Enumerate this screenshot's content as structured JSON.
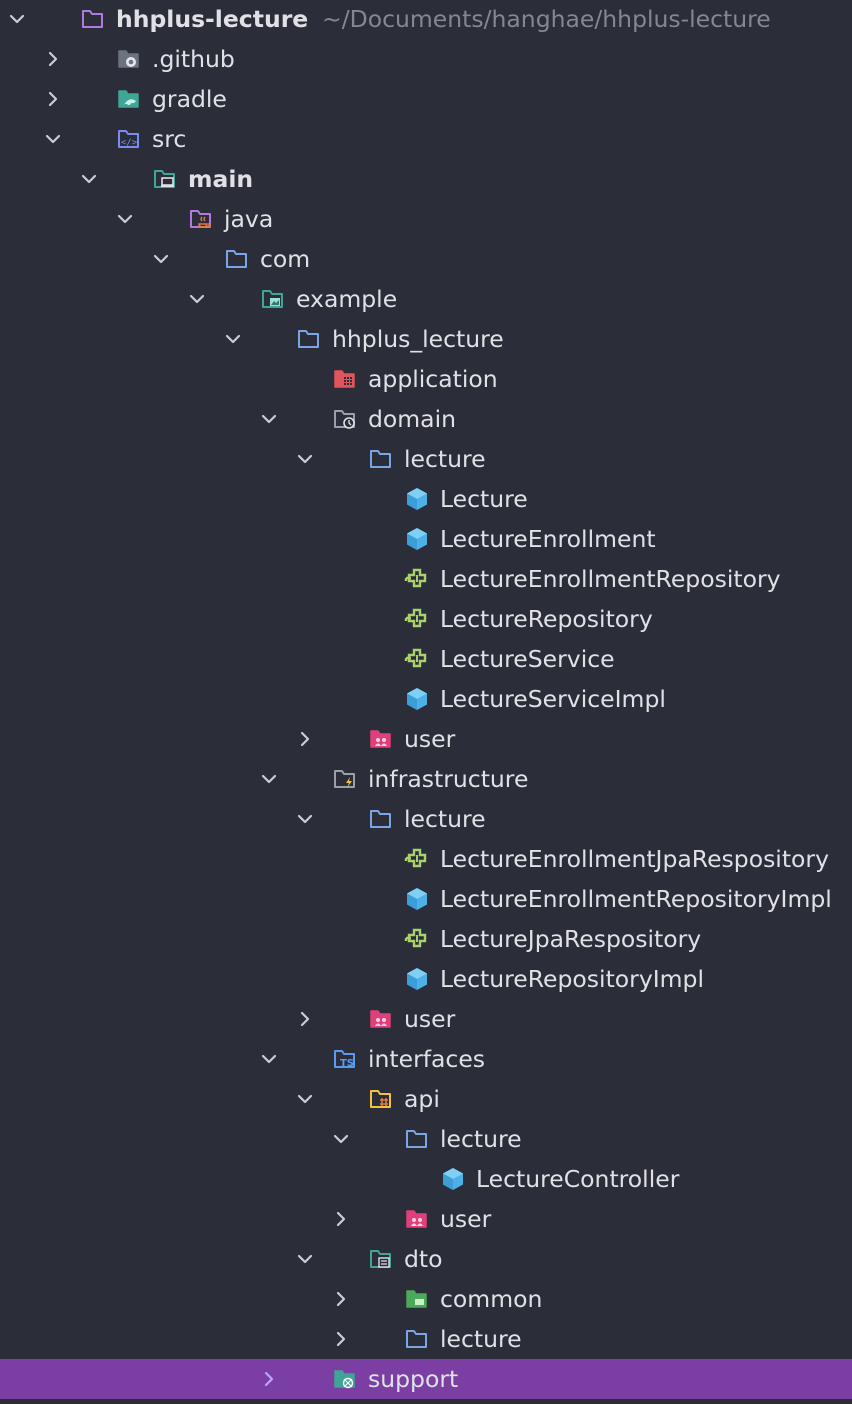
{
  "project": {
    "name": "hhplus-lecture",
    "path": "~/Documents/hanghae/hhplus-lecture"
  },
  "colors": {
    "background": "#2b2d38",
    "selection": "#7b3fa3",
    "folder_outline": "#7aa6e6",
    "class_icon": "#4db1e8",
    "interface_icon": "#a9d26c",
    "red_package": "#e0545c",
    "pink_package": "#e0407a",
    "teal_folder": "#3fa596",
    "path_text": "#838790"
  },
  "rows": [
    {
      "label": "hhplus-lecture",
      "depth": 0,
      "chevron": "down",
      "icon": "folder-purple-icon",
      "bold": true,
      "path": "~/Documents/hanghae/hhplus-lecture"
    },
    {
      "label": ".github",
      "depth": 1,
      "chevron": "right",
      "icon": "github-folder-icon"
    },
    {
      "label": "gradle",
      "depth": 1,
      "chevron": "right",
      "icon": "gradle-folder-icon"
    },
    {
      "label": "src",
      "depth": 1,
      "chevron": "down",
      "icon": "source-folder-icon"
    },
    {
      "label": "main",
      "depth": 2,
      "chevron": "down",
      "icon": "main-folder-icon",
      "bold": true
    },
    {
      "label": "java",
      "depth": 3,
      "chevron": "down",
      "icon": "java-folder-icon"
    },
    {
      "label": "com",
      "depth": 4,
      "chevron": "down",
      "icon": "folder-icon"
    },
    {
      "label": "example",
      "depth": 5,
      "chevron": "down",
      "icon": "example-folder-icon"
    },
    {
      "label": "hhplus_lecture",
      "depth": 6,
      "chevron": "down",
      "icon": "folder-icon"
    },
    {
      "label": "application",
      "depth": 7,
      "chevron": "none",
      "icon": "application-package-icon"
    },
    {
      "label": "domain",
      "depth": 7,
      "chevron": "down",
      "icon": "domain-folder-icon"
    },
    {
      "label": "lecture",
      "depth": 8,
      "chevron": "down",
      "icon": "folder-icon"
    },
    {
      "label": "Lecture",
      "depth": 9,
      "chevron": "none",
      "icon": "class-icon"
    },
    {
      "label": "LectureEnrollment",
      "depth": 9,
      "chevron": "none",
      "icon": "class-icon"
    },
    {
      "label": "LectureEnrollmentRepository",
      "depth": 9,
      "chevron": "none",
      "icon": "interface-icon"
    },
    {
      "label": "LectureRepository",
      "depth": 9,
      "chevron": "none",
      "icon": "interface-icon"
    },
    {
      "label": "LectureService",
      "depth": 9,
      "chevron": "none",
      "icon": "interface-icon"
    },
    {
      "label": "LectureServiceImpl",
      "depth": 9,
      "chevron": "none",
      "icon": "class-icon"
    },
    {
      "label": "user",
      "depth": 8,
      "chevron": "right",
      "icon": "user-package-icon"
    },
    {
      "label": "infrastructure",
      "depth": 7,
      "chevron": "down",
      "icon": "infrastructure-folder-icon"
    },
    {
      "label": "lecture",
      "depth": 8,
      "chevron": "down",
      "icon": "folder-icon"
    },
    {
      "label": "LectureEnrollmentJpaRespository",
      "depth": 9,
      "chevron": "none",
      "icon": "interface-icon"
    },
    {
      "label": "LectureEnrollmentRepositoryImpl",
      "depth": 9,
      "chevron": "none",
      "icon": "class-icon"
    },
    {
      "label": "LectureJpaRespository",
      "depth": 9,
      "chevron": "none",
      "icon": "interface-icon"
    },
    {
      "label": "LectureRepositoryImpl",
      "depth": 9,
      "chevron": "none",
      "icon": "class-icon"
    },
    {
      "label": "user",
      "depth": 8,
      "chevron": "right",
      "icon": "user-package-icon"
    },
    {
      "label": "interfaces",
      "depth": 7,
      "chevron": "down",
      "icon": "typescript-folder-icon"
    },
    {
      "label": "api",
      "depth": 8,
      "chevron": "down",
      "icon": "api-folder-icon"
    },
    {
      "label": "lecture",
      "depth": 9,
      "chevron": "down",
      "icon": "folder-icon"
    },
    {
      "label": "LectureController",
      "depth": 10,
      "chevron": "none",
      "icon": "class-icon"
    },
    {
      "label": "user",
      "depth": 9,
      "chevron": "right",
      "icon": "user-package-icon"
    },
    {
      "label": "dto",
      "depth": 8,
      "chevron": "down",
      "icon": "dto-folder-icon"
    },
    {
      "label": "common",
      "depth": 9,
      "chevron": "right",
      "icon": "common-folder-icon"
    },
    {
      "label": "lecture",
      "depth": 9,
      "chevron": "right",
      "icon": "folder-icon"
    },
    {
      "label": "support",
      "depth": 7,
      "chevron": "right",
      "icon": "support-folder-icon",
      "selected": true
    }
  ]
}
